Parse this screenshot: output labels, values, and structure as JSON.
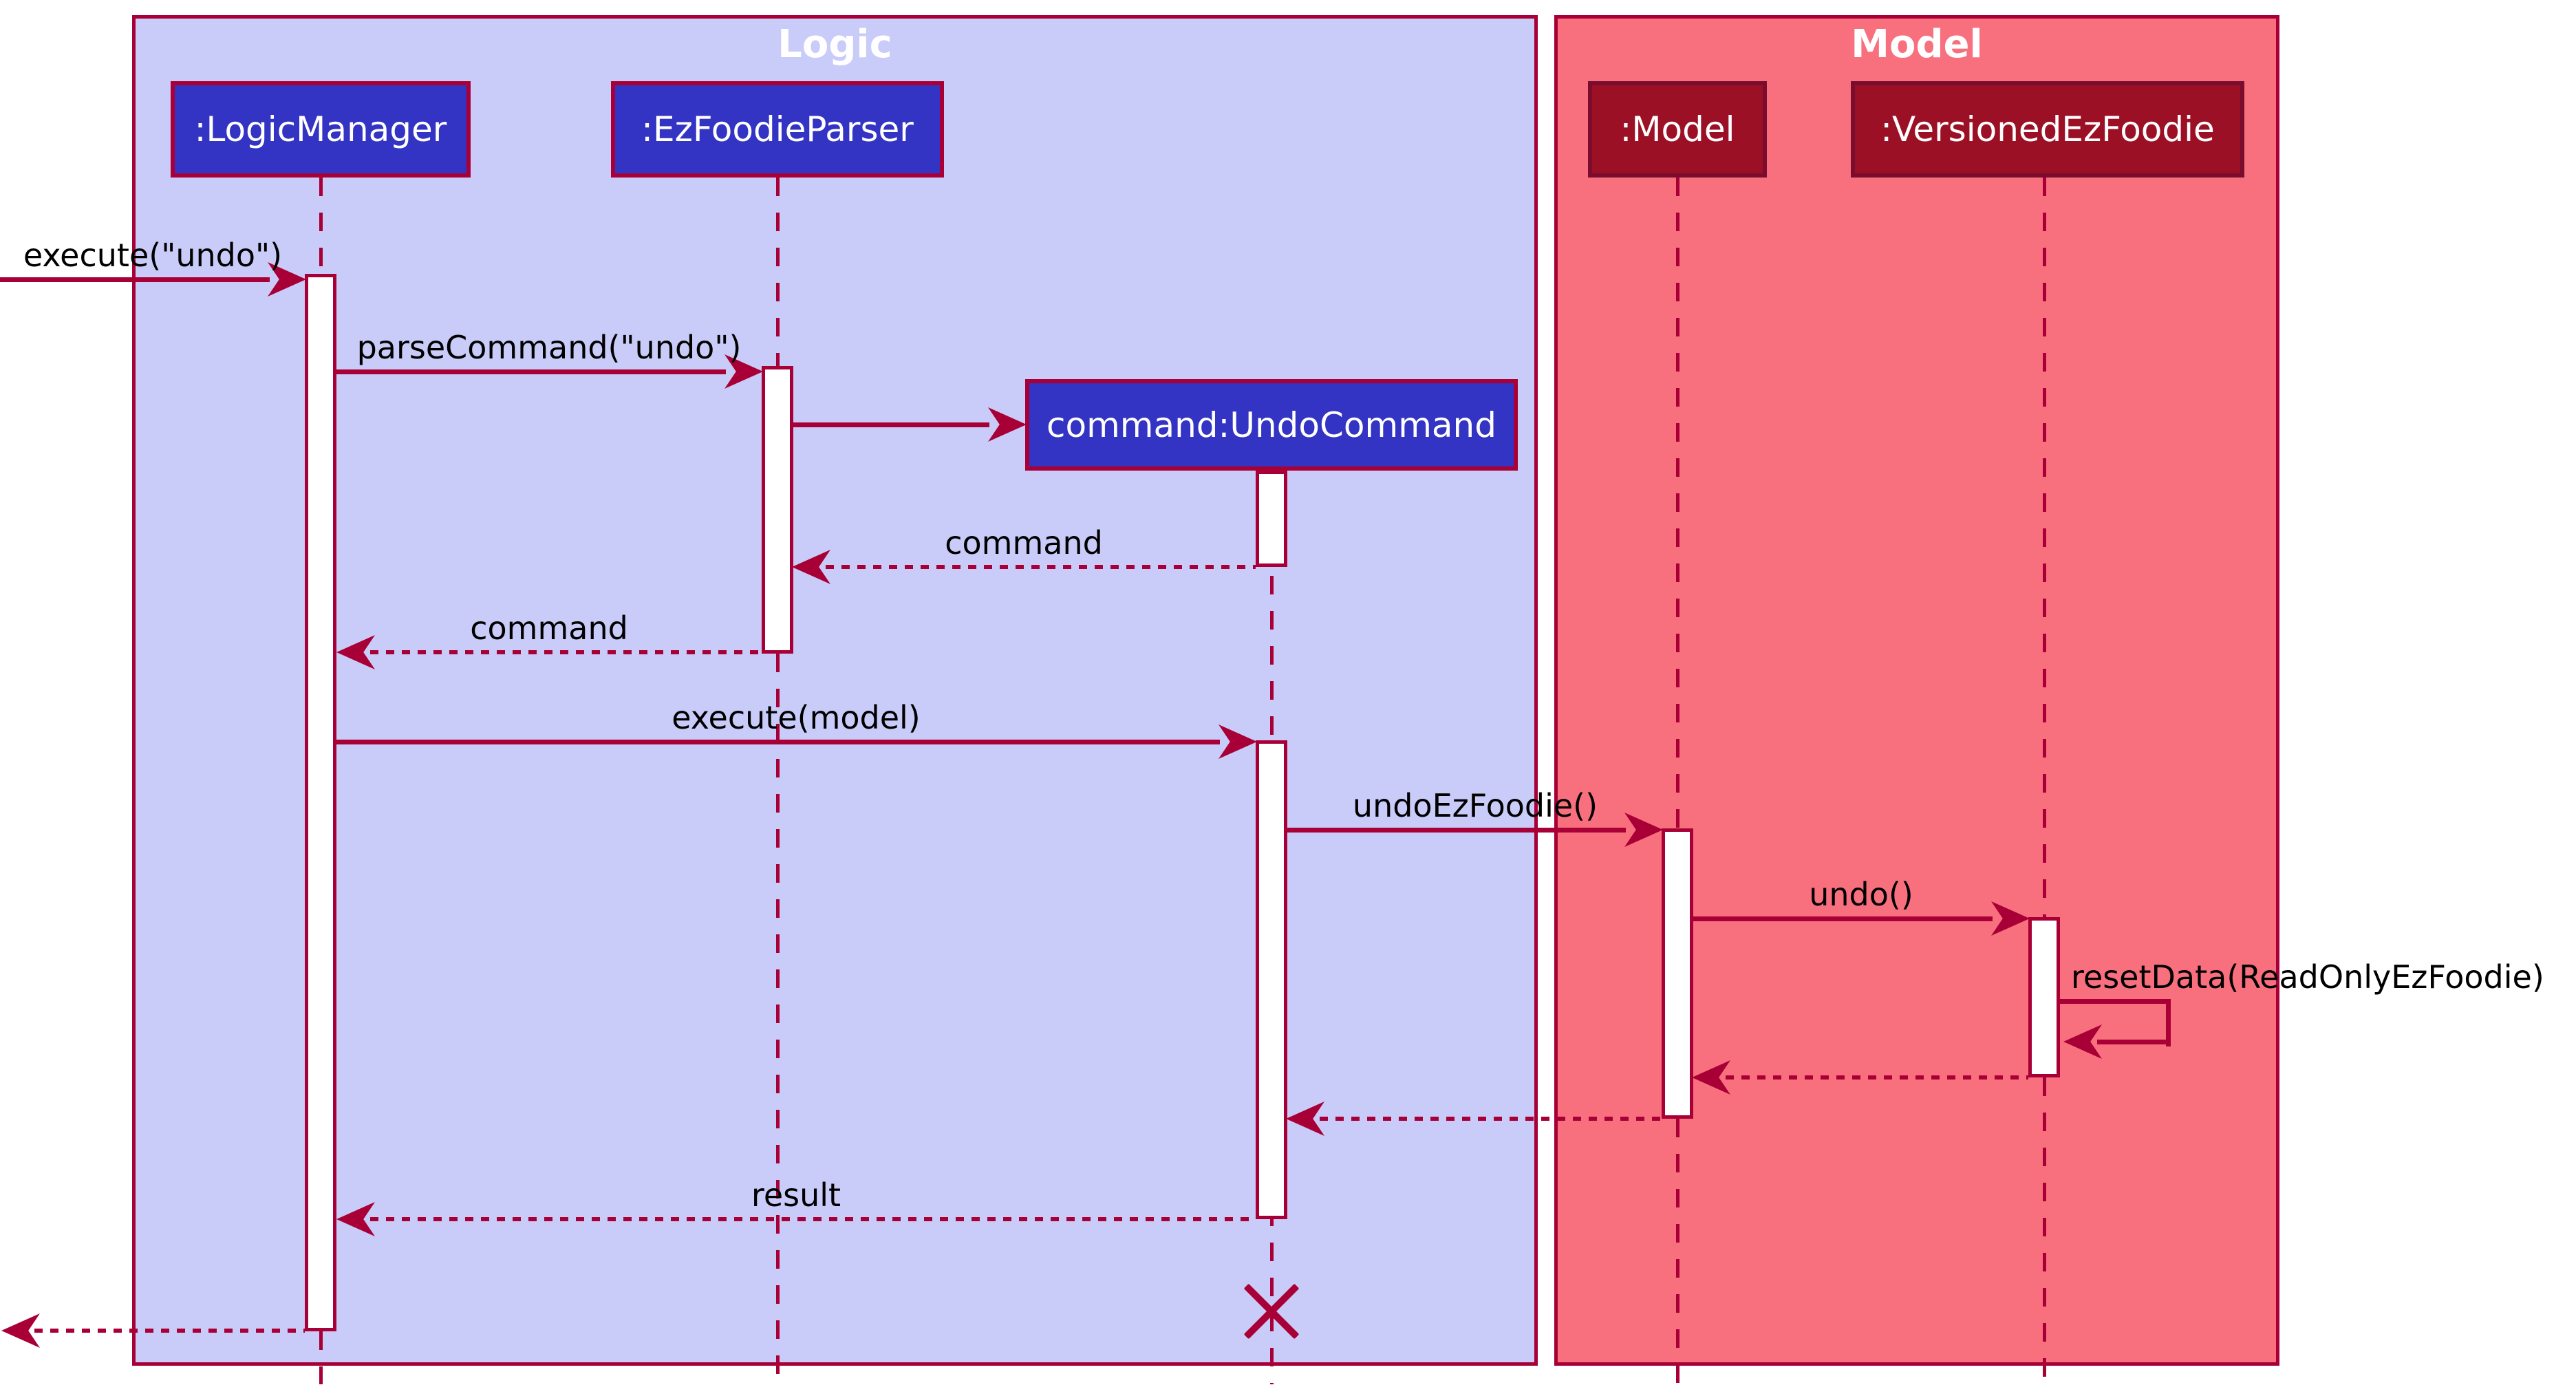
{
  "diagram": {
    "type": "uml-sequence-diagram",
    "frames": [
      {
        "id": "logic",
        "title": "Logic",
        "fill": "#C9CBF8"
      },
      {
        "id": "model",
        "title": "Model",
        "fill": "#F8707E"
      }
    ],
    "participants": [
      {
        "id": "logic-manager",
        "label": ":LogicManager",
        "frame": "Logic",
        "fill": "#3333C4"
      },
      {
        "id": "ezfoodie-parser",
        "label": ":EzFoodieParser",
        "frame": "Logic",
        "fill": "#3333C4"
      },
      {
        "id": "undo-command",
        "label": "command:UndoCommand",
        "frame": "Logic",
        "fill": "#3333C4",
        "created_during_sequence": true
      },
      {
        "id": "model-object",
        "label": ":Model",
        "frame": "Model",
        "fill": "#9C1025"
      },
      {
        "id": "versioned-ezfoodie",
        "label": ":VersionedEzFoodie",
        "frame": "Model",
        "fill": "#9C1025"
      }
    ],
    "messages": [
      {
        "label": "execute(\"undo\")",
        "type": "solid",
        "from": "external",
        "to": ":LogicManager"
      },
      {
        "label": "parseCommand(\"undo\")",
        "type": "solid",
        "from": ":LogicManager",
        "to": ":EzFoodieParser"
      },
      {
        "label": "",
        "type": "create",
        "from": ":EzFoodieParser",
        "to": "command:UndoCommand"
      },
      {
        "label": "command",
        "type": "return",
        "from": "command:UndoCommand",
        "to": ":EzFoodieParser"
      },
      {
        "label": "command",
        "type": "return",
        "from": ":EzFoodieParser",
        "to": ":LogicManager"
      },
      {
        "label": "execute(model)",
        "type": "solid",
        "from": ":LogicManager",
        "to": "command:UndoCommand"
      },
      {
        "label": "undoEzFoodie()",
        "type": "solid",
        "from": "command:UndoCommand",
        "to": ":Model"
      },
      {
        "label": "undo()",
        "type": "solid",
        "from": ":Model",
        "to": ":VersionedEzFoodie"
      },
      {
        "label": "resetData(ReadOnlyEzFoodie)",
        "type": "self",
        "from": ":VersionedEzFoodie",
        "to": ":VersionedEzFoodie"
      },
      {
        "label": "",
        "type": "return",
        "from": ":VersionedEzFoodie",
        "to": ":Model"
      },
      {
        "label": "",
        "type": "return",
        "from": ":Model",
        "to": "command:UndoCommand"
      },
      {
        "label": "result",
        "type": "return",
        "from": "command:UndoCommand",
        "to": ":LogicManager"
      },
      {
        "label": "",
        "type": "return",
        "from": ":LogicManager",
        "to": "external"
      }
    ],
    "destroy_marker": {
      "target": "command:UndoCommand",
      "symbol": "X"
    },
    "colors": {
      "line_and_border": "#A80036",
      "logic_frame_fill": "#C9CBF8",
      "model_frame_fill": "#F8707E",
      "logic_participant_fill": "#3333C4",
      "model_participant_fill": "#9C1025",
      "model_participant_border": "#7A0C2E",
      "frame_title_text": "#ffffff",
      "participant_text": "#ffffff",
      "message_text": "#000000",
      "activation_fill": "#ffffff",
      "page_background": "#ffffff"
    }
  }
}
